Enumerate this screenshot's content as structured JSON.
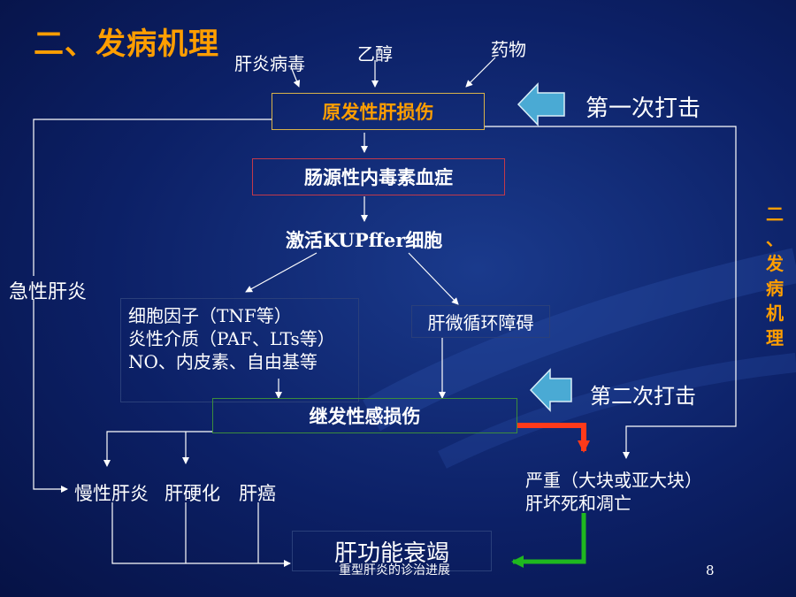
{
  "title": "二、发病机理",
  "causes": [
    "肝炎病毒",
    "乙醇",
    "药物"
  ],
  "primary_injury": "原发性肝损伤",
  "first_hit": "第一次打击",
  "endotoxemia": "肠源性内毒素血症",
  "kupffer": "激活KUPffer细胞",
  "acute_hepatitis": "急性肝炎",
  "mediators": [
    "细胞因子（TNF等）",
    "炎性介质（PAF、LTs等）",
    "NO、内皮素、自由基等"
  ],
  "microcirculation": "肝微循环障碍",
  "second_hit": "第二次打击",
  "secondary_injury": "继发性感损伤",
  "chronic": [
    "慢性肝炎",
    "肝硬化",
    "肝癌"
  ],
  "necrosis": [
    "严重（大块或亚大块）",
    "肝坏死和凋亡"
  ],
  "liver_failure": "肝功能衰竭",
  "side_title": [
    "二",
    "、",
    "发",
    "病",
    "机",
    "理"
  ],
  "footer": "重型肝炎的诊治进展",
  "page_number": "8",
  "colors": {
    "title": "#ff9e00",
    "box_gold": "#d8b24a",
    "box_red": "#c2394a",
    "box_green": "#3c8c3c",
    "arrow_red": "#ff3a1a",
    "arrow_green": "#1fb81f",
    "hit_arrow": "#4aaad4"
  }
}
